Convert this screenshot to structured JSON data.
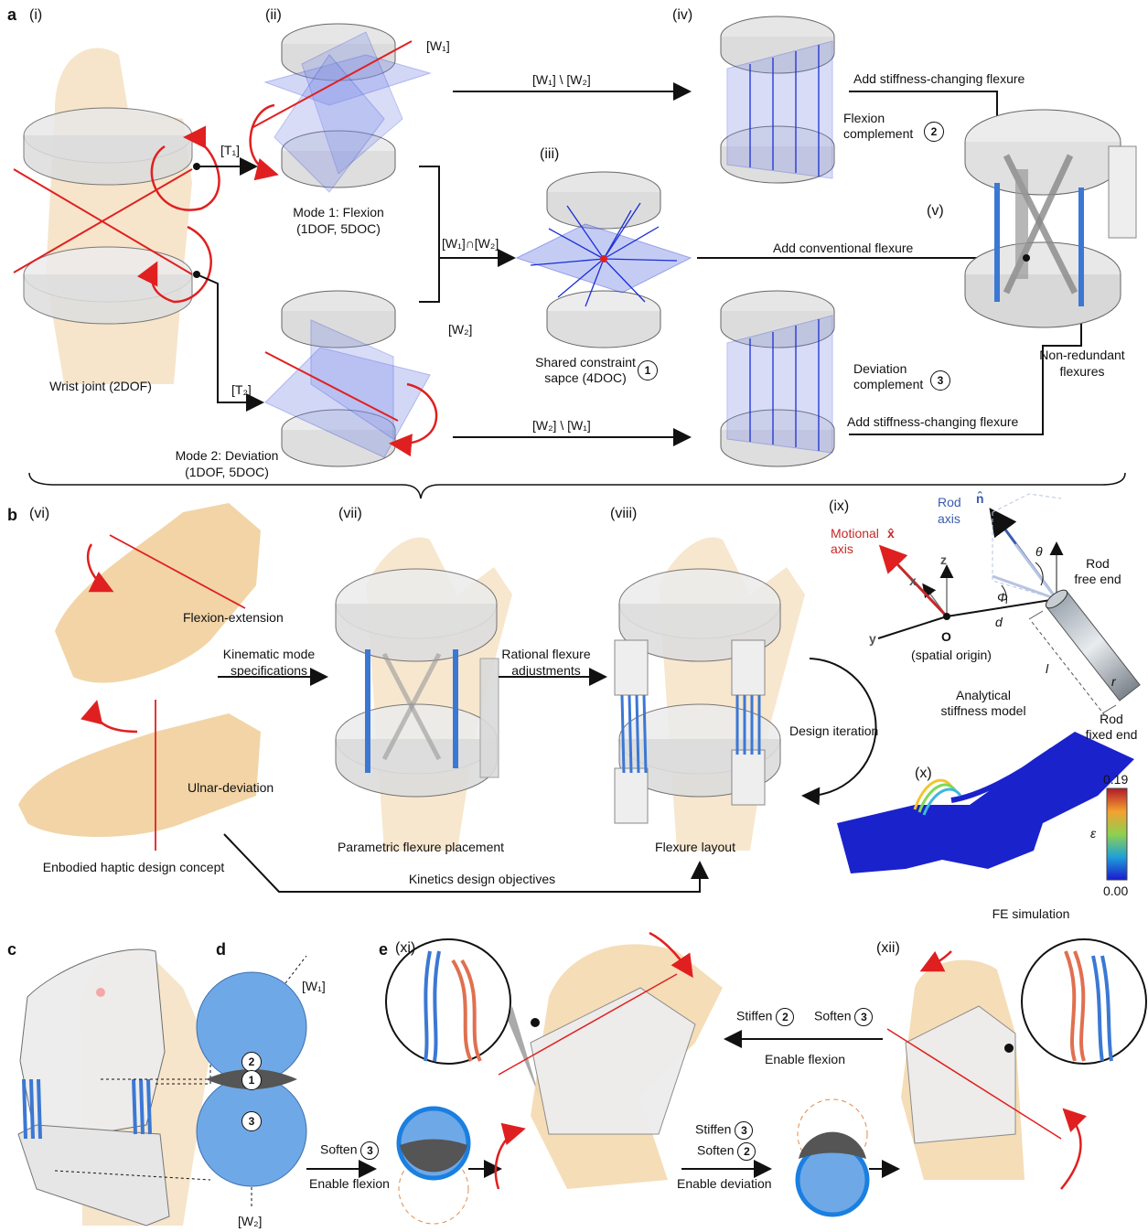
{
  "panels": {
    "a": "a",
    "b": "b",
    "c": "c",
    "d": "d",
    "e": "e"
  },
  "roman": {
    "i": "(i)",
    "ii": "(ii)",
    "iii": "(iii)",
    "iv": "(iv)",
    "v": "(v)",
    "vi": "(vi)",
    "vii": "(vii)",
    "viii": "(viii)",
    "ix": "(ix)",
    "x": "(x)",
    "xi": "(xi)",
    "xii": "(xii)"
  },
  "panel_a": {
    "wrist_label": "Wrist joint (2DOF)",
    "t1": "[T₁]",
    "t2": "[T₂]",
    "w1": "[W₁]",
    "w2": "[W₂]",
    "mode1_title": "Mode 1: Flexion",
    "mode1_sub": "(1DOF, 5DOC)",
    "mode2_title": "Mode 2: Deviation",
    "mode2_sub": "(1DOF, 5DOC)",
    "w1_minus_w2": "[W₁] \\ [W₂]",
    "w2_minus_w1": "[W₂] \\ [W₁]",
    "w1_cap_w2": "[W₁]∩[W₂]",
    "shared_title": "Shared constraint",
    "shared_sub": "sapce (4DOC)",
    "shared_num": "1",
    "flexion_comp_1": "Flexion",
    "flexion_comp_2": "complement",
    "flexion_num": "2",
    "deviation_comp_1": "Deviation",
    "deviation_comp_2": "complement",
    "deviation_num": "3",
    "add_stiff_top": "Add stiffness-changing flexure",
    "add_conv": "Add conventional flexure",
    "add_stiff_bottom": "Add stiffness-changing flexure",
    "nonred_1": "Non-redundant",
    "nonred_2": "flexures"
  },
  "panel_b": {
    "flexion_ext": "Flexion-extension",
    "ulnar_dev": "Ulnar-deviation",
    "embodied": "Enbodied haptic design concept",
    "kin_spec_1": "Kinematic mode",
    "kin_spec_2": "specifications",
    "param": "Parametric flexure placement",
    "rational_1": "Rational flexure",
    "rational_2": "adjustments",
    "layout": "Flexure layout",
    "kinetics": "Kinetics design objectives",
    "design_iter": "Design iteration",
    "fe_sim": "FE simulation",
    "rod_axis_1": "Rod",
    "rod_axis_2": "axis",
    "n_hat": "n̂",
    "motional_1": "Motional",
    "motional_2": "axis",
    "x_hat": "x̂",
    "theta": "θ",
    "phi": "Φ",
    "d": "d",
    "l": "l",
    "r": "r",
    "z": "z",
    "x": "x",
    "y": "y",
    "o": "O",
    "origin": "(spatial origin)",
    "rod_free_1": "Rod",
    "rod_free_2": "free end",
    "rod_fixed_1": "Rod",
    "rod_fixed_2": "fixed end",
    "analytical_1": "Analytical",
    "analytical_2": "stiffness model",
    "cbar_max": "0.19",
    "cbar_min": "0.00",
    "epsilon": "ε"
  },
  "panel_d": {
    "w1": "[W₁]",
    "w2": "[W₂]",
    "n1": "1",
    "n2": "2",
    "n3": "3"
  },
  "panel_e": {
    "soften": "Soften",
    "soften_num": "3",
    "enable_flexion_left": "Enable flexion",
    "stiffen_top": "Stiffen",
    "stiffen_top_num": "2",
    "soften_top": "Soften",
    "soften_top_num": "3",
    "enable_flexion_top": "Enable flexion",
    "stiffen_mid": "Stiffen",
    "stiffen_mid_num": "3",
    "soften_mid": "Soften",
    "soften_mid_num": "2",
    "enable_deviation": "Enable deviation"
  },
  "colors": {
    "red": "#d32f2f",
    "blue_plane": "#7f8fe8",
    "blue_line": "#1a2fd6",
    "skin": "#f0d3a8",
    "venn": "#6fa8e6",
    "venn_overlap": "#555555"
  }
}
